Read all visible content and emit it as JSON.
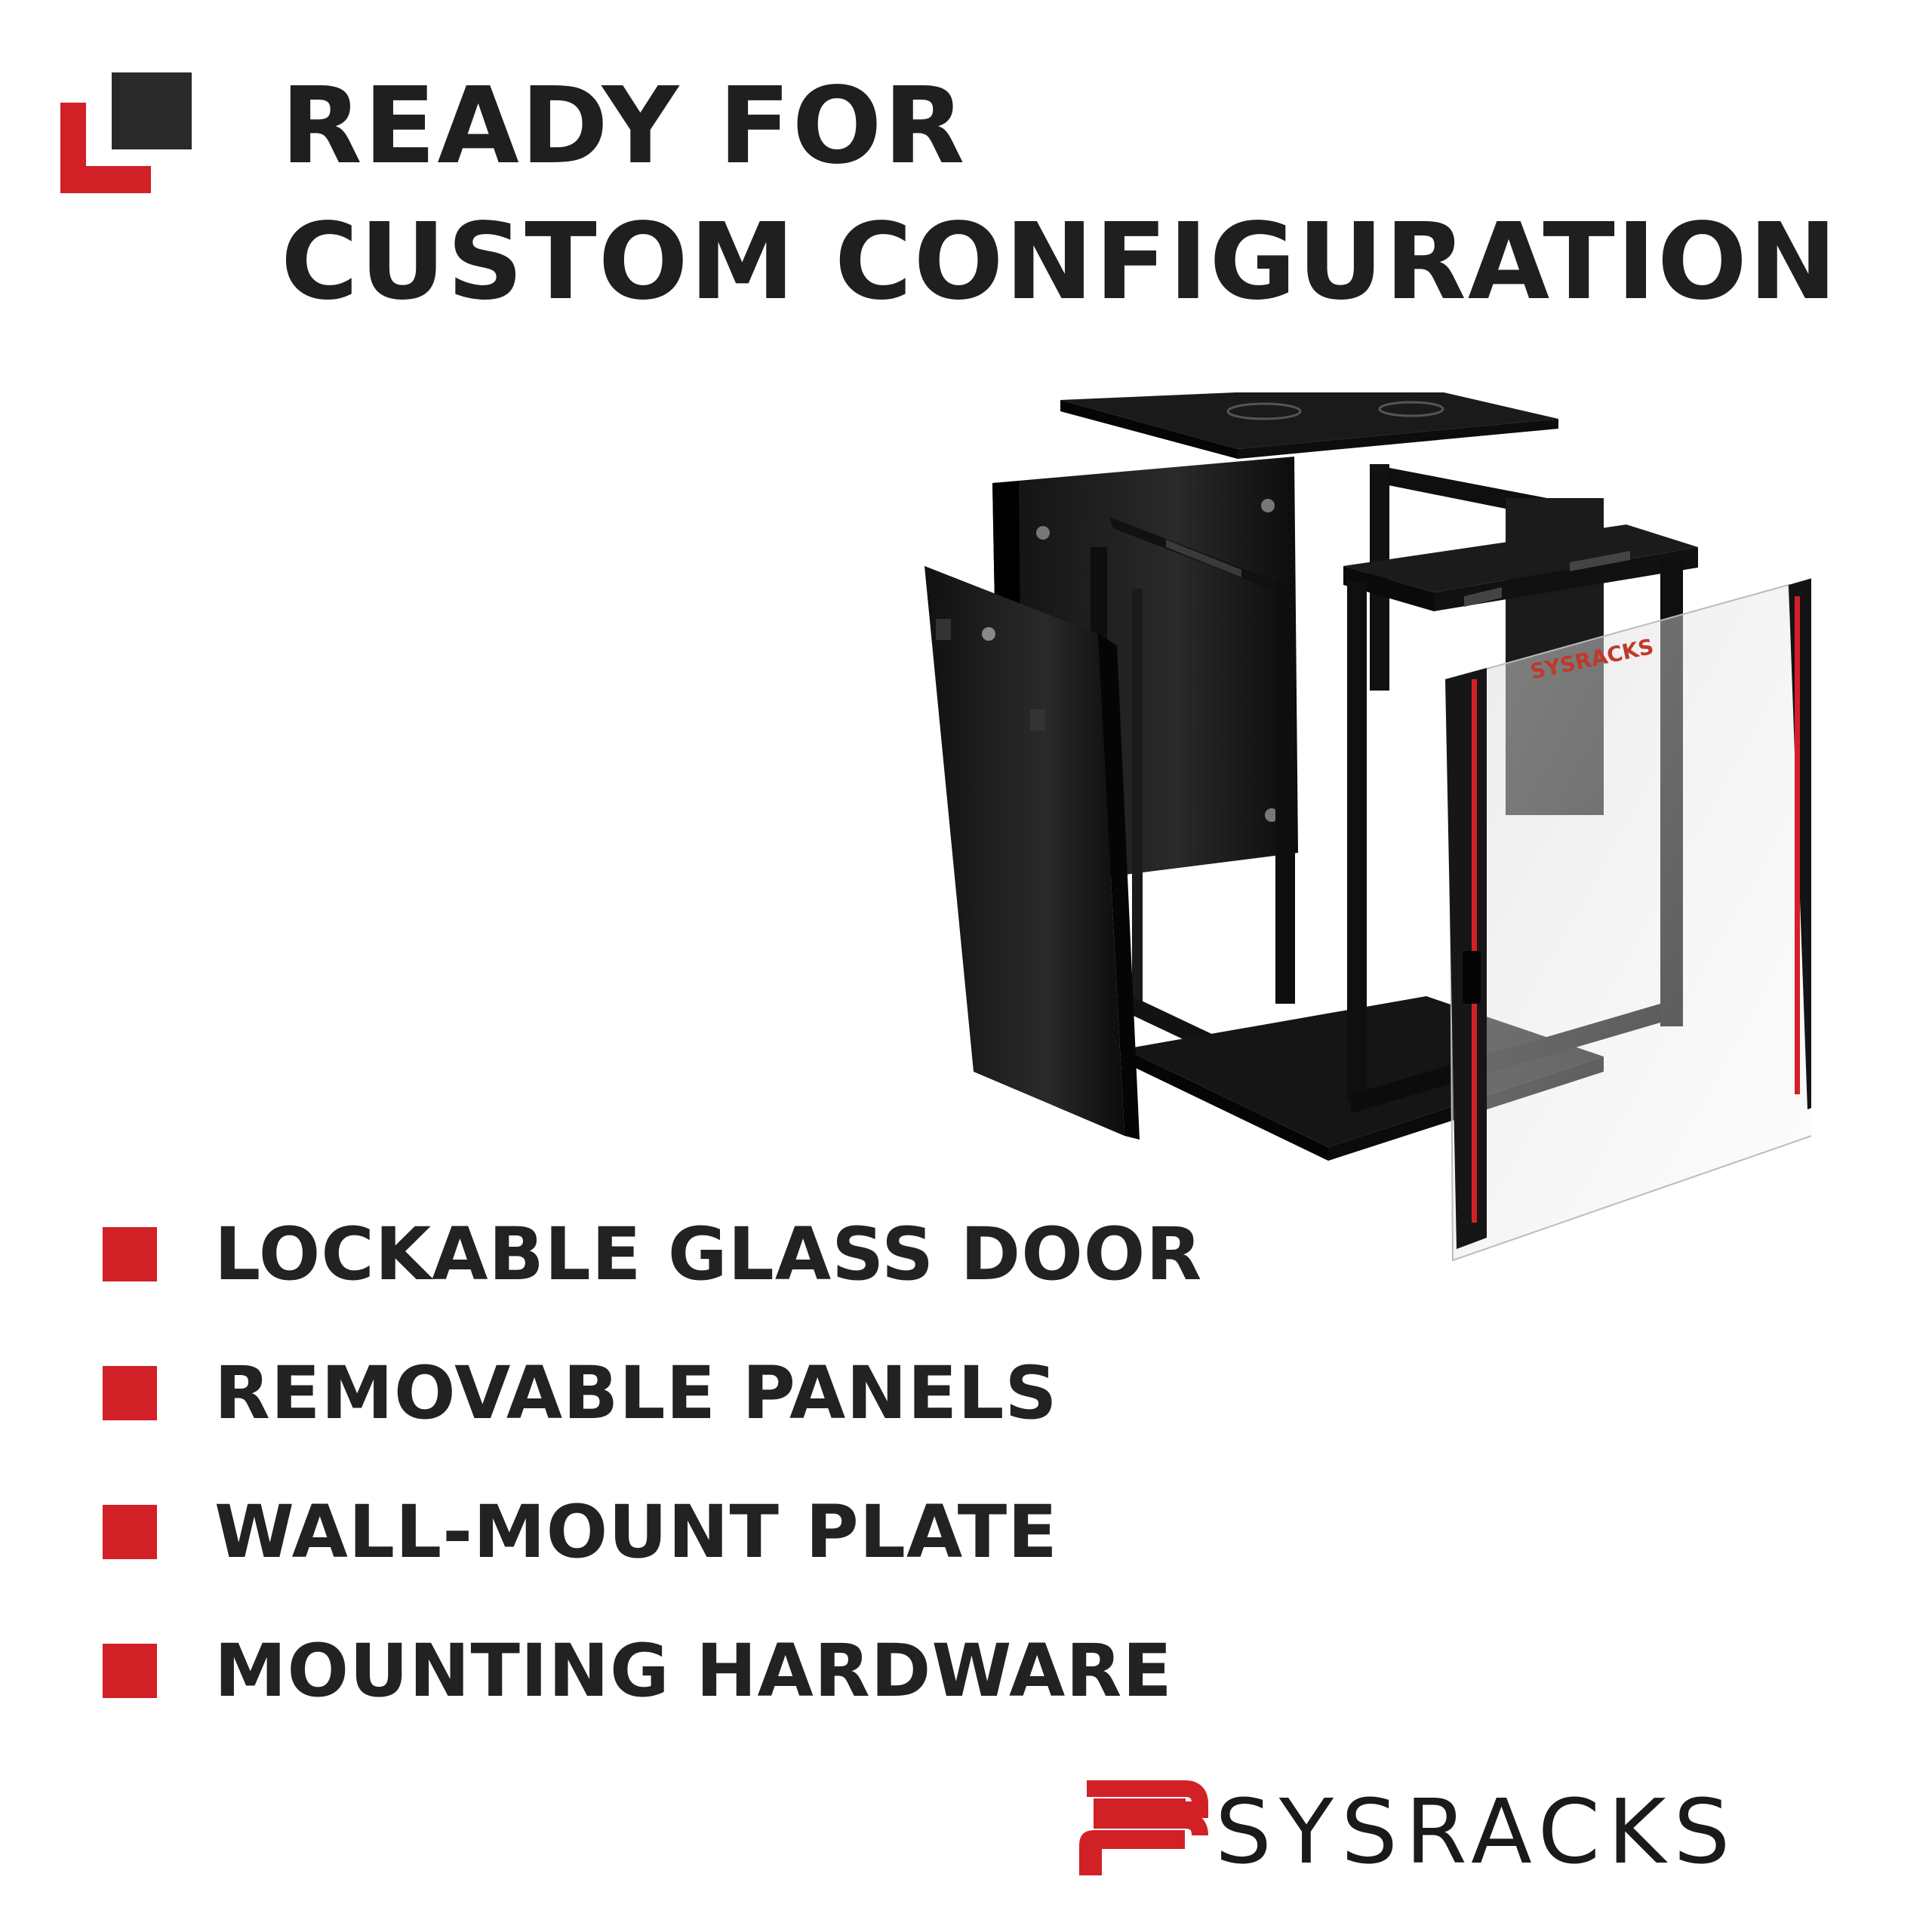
{
  "header": {
    "title_line1": "READY FOR",
    "title_line2": "CUSTOM CONFIGURATION"
  },
  "features": [
    {
      "label": "LOCKABLE GLASS DOOR"
    },
    {
      "label": "REMOVABLE PANELS"
    },
    {
      "label": "WALL-MOUNT PLATE"
    },
    {
      "label": "MOUNTING HARDWARE"
    }
  ],
  "product": {
    "door_brand": "SYSRACKS"
  },
  "brand": {
    "name": "SYSRACKS"
  },
  "colors": {
    "accent": "#d22027",
    "dark": "#2a2a2a",
    "text": "#222222",
    "background": "#ffffff"
  }
}
